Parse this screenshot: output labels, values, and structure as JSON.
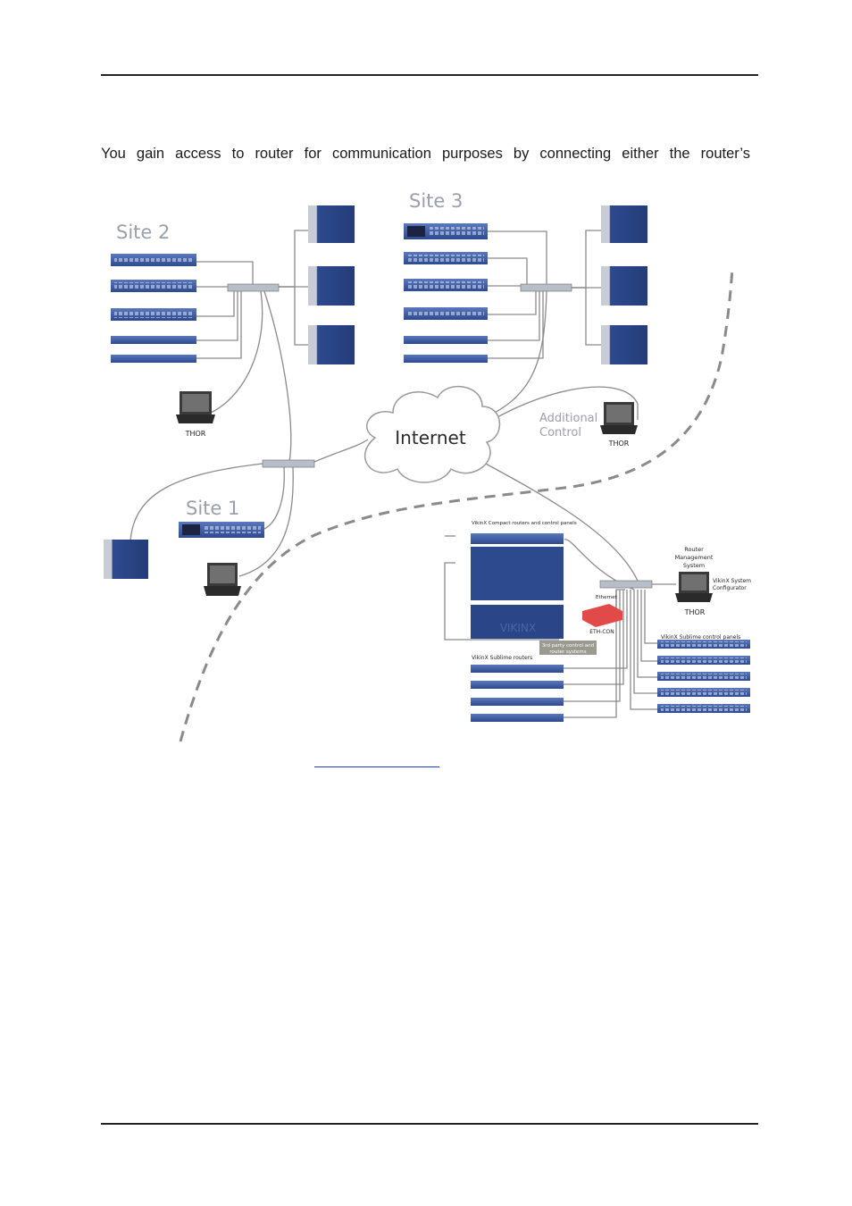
{
  "paragraph": "You gain access to router for communication purposes by connecting either the router’s",
  "diagram": {
    "site1": "Site 1",
    "site2": "Site 2",
    "site3": "Site 3",
    "internet": "Internet",
    "additional_control_line1": "Additional",
    "additional_control_line2": "Control",
    "thor": "THOR",
    "router_management_line1": "Router",
    "router_management_line2": "Management",
    "router_management_line3": "System",
    "vikinx_configurator_line1": "VikinX System",
    "vikinx_configurator_line2": "Configurator",
    "compact_routers_label": "VikinX Compact routers and control panels",
    "sublime_routers_label": "VikinX Sublime routers",
    "sublime_panels_label": "VikinX Sublime control panels",
    "third_party_line1": "3rd party control and",
    "third_party_line2": "router systems",
    "eth_con": "ETH-CON",
    "ethernet": "Ethernet",
    "vikinx_wordmark": "VIKINX"
  },
  "colors": {
    "device_blue": "#2e4a8f",
    "device_light": "#8aa6d6",
    "switch_grey": "#b8bec8",
    "line_grey": "#8a8a8a",
    "eth_con_red": "#e24a4a",
    "cloud_stroke": "#9a9a9a"
  }
}
